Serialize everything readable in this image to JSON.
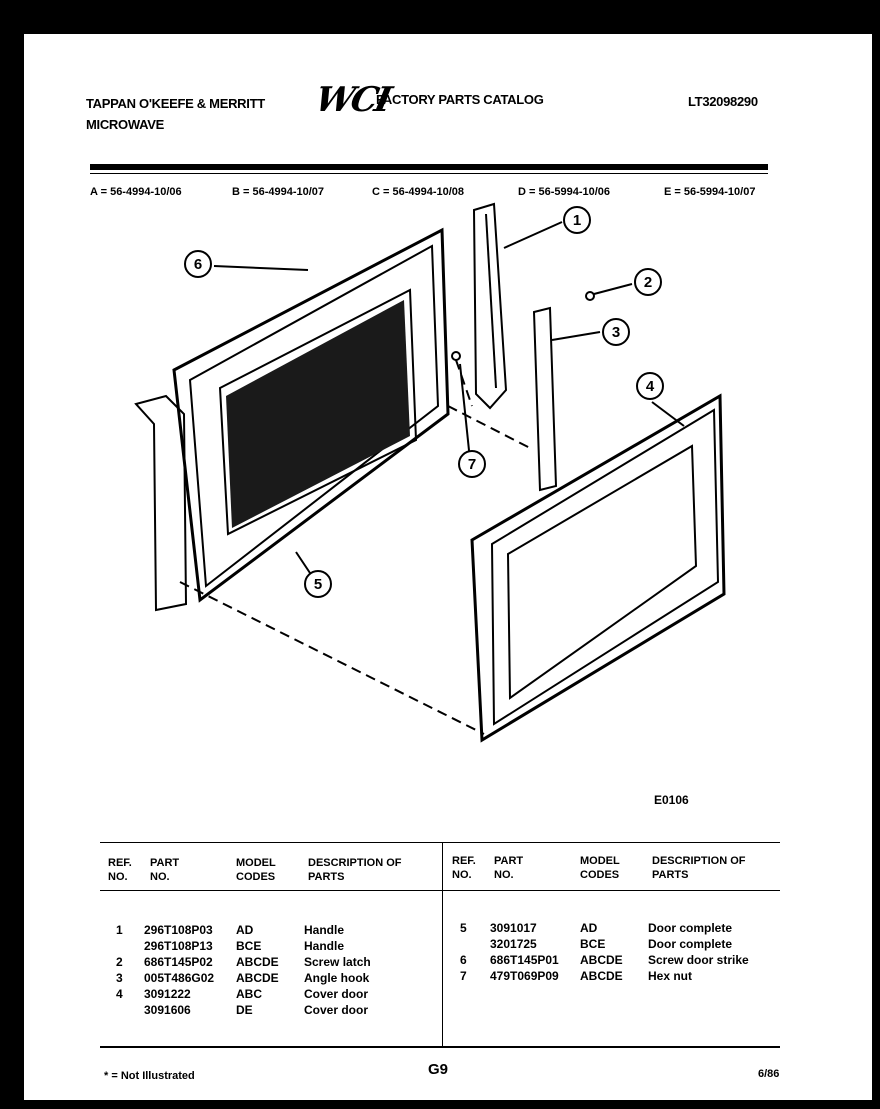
{
  "header": {
    "brand_line1": "TAPPAN O'KEEFE & MERRITT",
    "brand_line2": "MICROWAVE",
    "logo_text": "WCI",
    "catalog_title": "FACTORY PARTS CATALOG",
    "catalog_code": "LT32098290"
  },
  "models": [
    "A = 56-4994-10/06",
    "B = 56-4994-10/07",
    "C = 56-4994-10/08",
    "D = 56-5994-10/06",
    "E = 56-5994-10/07"
  ],
  "diagram": {
    "callouts": [
      "1",
      "2",
      "3",
      "4",
      "5",
      "6",
      "7"
    ],
    "figure_code": "E0106"
  },
  "table": {
    "headers": {
      "ref": "REF. NO.",
      "part": "PART NO.",
      "model": "MODEL CODES",
      "desc": "DESCRIPTION OF PARTS"
    },
    "left_rows": [
      {
        "ref": "1",
        "part": "296T108P03",
        "model": "AD",
        "desc": "Handle"
      },
      {
        "ref": "",
        "part": "296T108P13",
        "model": "BCE",
        "desc": "Handle"
      },
      {
        "ref": "2",
        "part": "686T145P02",
        "model": "ABCDE",
        "desc": "Screw latch"
      },
      {
        "ref": "3",
        "part": "005T486G02",
        "model": "ABCDE",
        "desc": "Angle hook"
      },
      {
        "ref": "4",
        "part": "3091222",
        "model": "ABC",
        "desc": "Cover door"
      },
      {
        "ref": "",
        "part": "3091606",
        "model": "DE",
        "desc": "Cover door"
      }
    ],
    "right_rows": [
      {
        "ref": "5",
        "part": "3091017",
        "model": "AD",
        "desc": "Door complete"
      },
      {
        "ref": "",
        "part": "3201725",
        "model": "BCE",
        "desc": "Door complete"
      },
      {
        "ref": "6",
        "part": "686T145P01",
        "model": "ABCDE",
        "desc": "Screw door strike"
      },
      {
        "ref": "7",
        "part": "479T069P09",
        "model": "ABCDE",
        "desc": "Hex nut"
      }
    ]
  },
  "footer": {
    "note": "* = Not Illustrated",
    "page": "G9",
    "date": "6/86"
  }
}
